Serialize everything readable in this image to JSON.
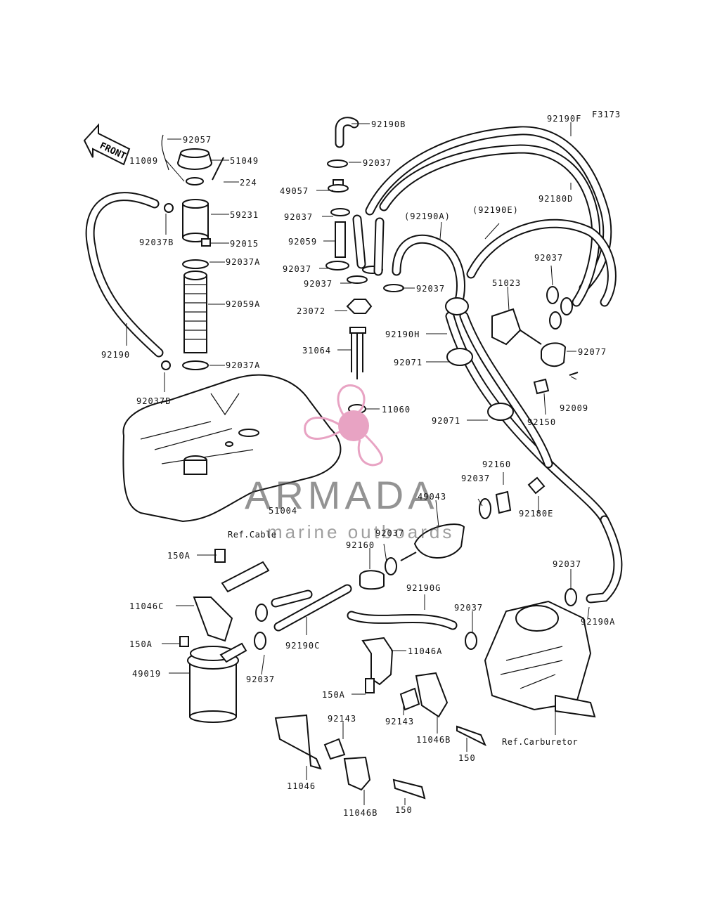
{
  "figure_code": "F3173",
  "front_label": "FRONT",
  "watermark": {
    "title": "ARMADA",
    "subtitle": "marine outboards",
    "accent_color": "#e8a3c3"
  },
  "parts": {
    "p92057": "92057",
    "p51049": "51049",
    "p11009": "11009",
    "p224": "224",
    "p59231": "59231",
    "p92037B_a": "92037B",
    "p92015": "92015",
    "p92037A_a": "92037A",
    "p92059A": "92059A",
    "p92190": "92190",
    "p92037A_b": "92037A",
    "p92037B_b": "92037B",
    "p51004": "51004",
    "p92190B": "92190B",
    "p92037_a": "92037",
    "p49057": "49057",
    "p92037_b": "92037",
    "p92059": "92059",
    "p92037_c": "92037",
    "p92037_d": "92037",
    "p92037_e": "92037",
    "p23072": "23072",
    "p92190H": "92190H",
    "p31064": "31064",
    "p92071_a": "92071",
    "p11060": "11060",
    "p92071_b": "92071",
    "p92190F": "92190F",
    "p92180D": "92180D",
    "p92190A_paren": "(92190A)",
    "p92190E_paren": "(92190E)",
    "p92037_f": "92037",
    "p51023": "51023",
    "p92077": "92077",
    "p92009": "92009",
    "p92150": "92150",
    "p92160_a": "92160",
    "p92037_g": "92037",
    "p49043": "49043",
    "p92180E": "92180E",
    "p92037_h": "92037",
    "p92160_b": "92160",
    "p92037_i": "92037",
    "p92190A": "92190A",
    "p150A_a": "150A",
    "p11046C": "11046C",
    "p150A_b": "150A",
    "p49019": "49019",
    "p92037_j": "92037",
    "p92190C": "92190C",
    "p92190G": "92190G",
    "p92037_k": "92037",
    "p11046A": "11046A",
    "p150A_c": "150A",
    "p92143_a": "92143",
    "p11046B_a": "11046B",
    "p150_a": "150",
    "p92143_b": "92143",
    "p11046": "11046",
    "p11046B_b": "11046B",
    "p150_b": "150"
  },
  "refs": {
    "cable": "Ref.Cable",
    "carburetor": "Ref.Carburetor"
  }
}
